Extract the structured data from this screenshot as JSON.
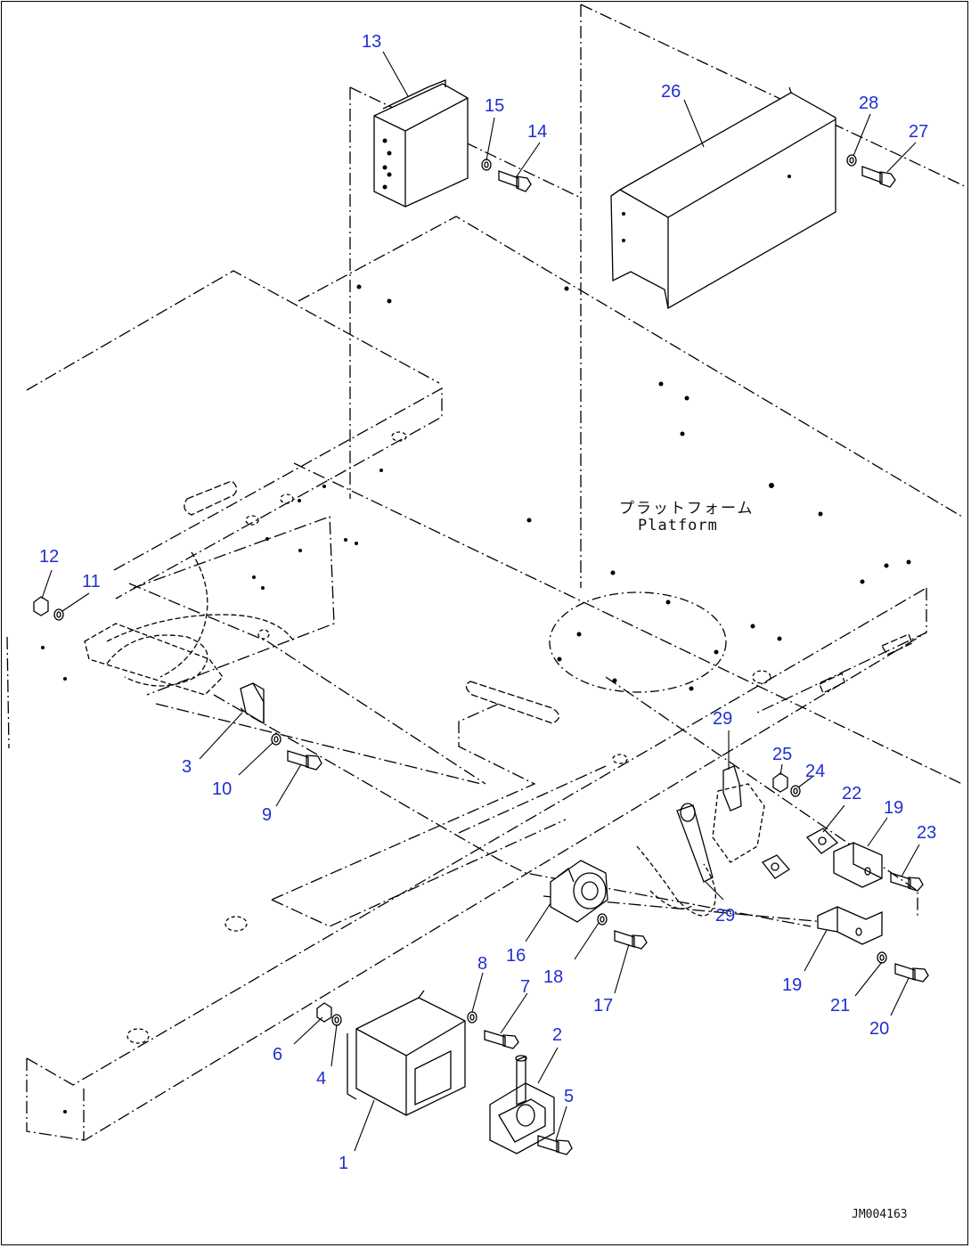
{
  "platform_label_jp": "プラットフォーム",
  "platform_label_en": "Platform",
  "drawing_code": "JM004163",
  "callout_color": "#1f2fd0",
  "callouts": {
    "c1": "1",
    "c2": "2",
    "c3": "3",
    "c4": "4",
    "c5": "5",
    "c6": "6",
    "c7": "7",
    "c8": "8",
    "c9": "9",
    "c10": "10",
    "c11": "11",
    "c12": "12",
    "c13": "13",
    "c14": "14",
    "c15": "15",
    "c16": "16",
    "c17": "17",
    "c18": "18",
    "c19a": "19",
    "c19b": "19",
    "c20": "20",
    "c21": "21",
    "c22": "22",
    "c23": "23",
    "c24": "24",
    "c25": "25",
    "c26": "26",
    "c27": "27",
    "c28": "28",
    "c29a": "29",
    "c29b": "29"
  }
}
